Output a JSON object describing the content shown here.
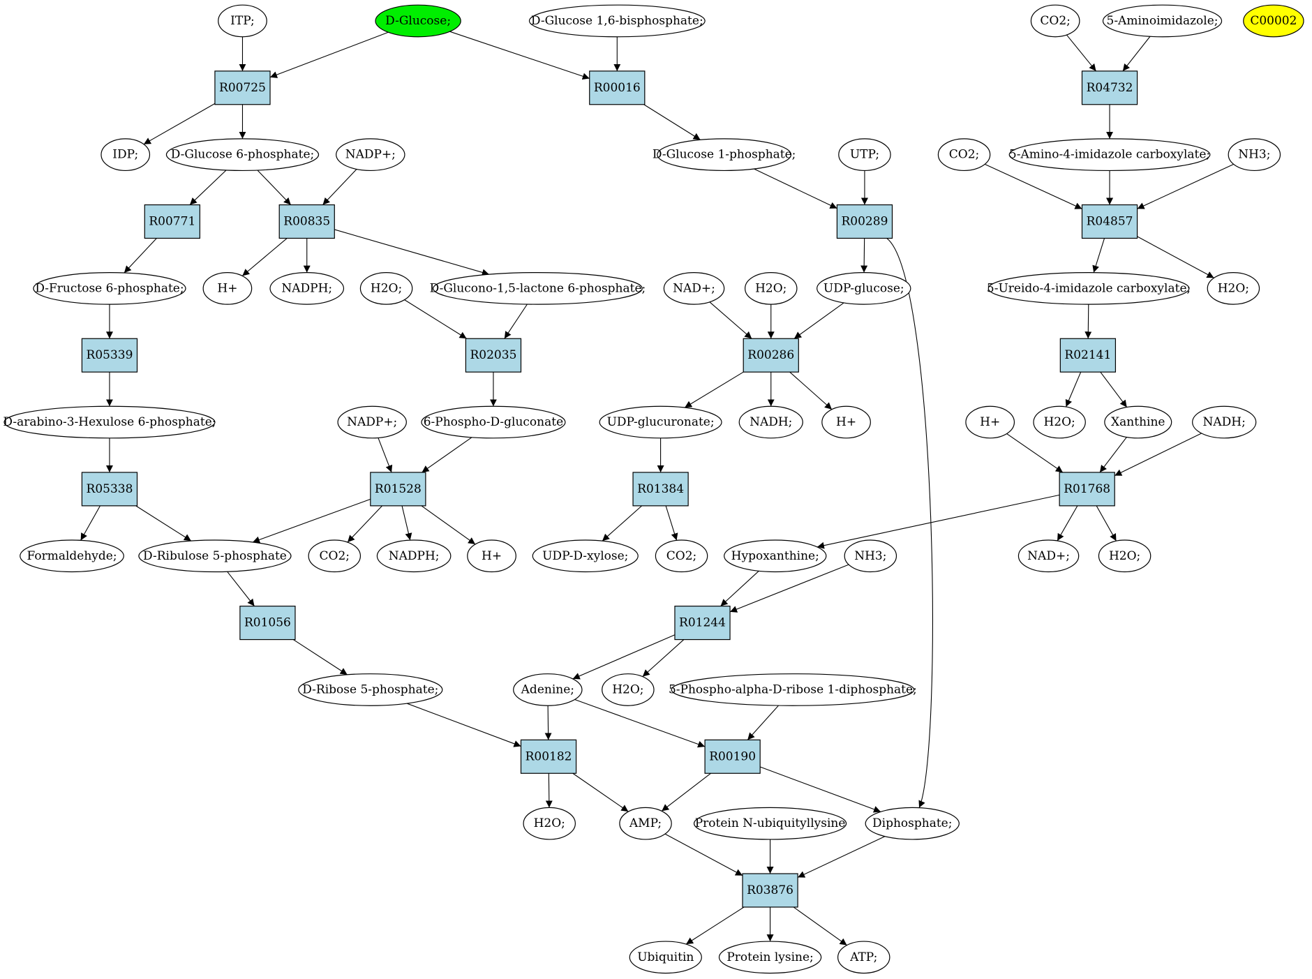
{
  "colors": {
    "reaction_fill": "#add8e6",
    "compound_fill": "#ffffff",
    "start_fill": "#00ee00",
    "unconnected_fill": "#ffff00",
    "stroke": "#000000"
  },
  "nodes": {
    "itp": {
      "label": "ITP;",
      "kind": "compound"
    },
    "dglucose": {
      "label": "D-Glucose;",
      "kind": "start"
    },
    "dglc16bp": {
      "label": "D-Glucose 1,6-bisphosphate;",
      "kind": "compound"
    },
    "co2_a": {
      "label": "CO2;",
      "kind": "compound"
    },
    "aminoimid": {
      "label": "5-Aminoimidazole;",
      "kind": "compound"
    },
    "c00002": {
      "label": "C00002",
      "kind": "unconnected"
    },
    "r00725": {
      "label": "R00725",
      "kind": "reaction"
    },
    "r00016": {
      "label": "R00016",
      "kind": "reaction"
    },
    "r04732": {
      "label": "R04732",
      "kind": "reaction"
    },
    "idp": {
      "label": "IDP;",
      "kind": "compound"
    },
    "g6p": {
      "label": "D-Glucose 6-phosphate;",
      "kind": "compound"
    },
    "nadp_a": {
      "label": "NADP+;",
      "kind": "compound"
    },
    "g1p": {
      "label": "D-Glucose 1-phosphate;",
      "kind": "compound"
    },
    "utp": {
      "label": "UTP;",
      "kind": "compound"
    },
    "co2_b": {
      "label": "CO2;",
      "kind": "compound"
    },
    "aicarbox": {
      "label": "5-Amino-4-imidazole carboxylate;",
      "kind": "compound"
    },
    "nh3_a": {
      "label": "NH3;",
      "kind": "compound"
    },
    "r00771": {
      "label": "R00771",
      "kind": "reaction"
    },
    "r00835": {
      "label": "R00835",
      "kind": "reaction"
    },
    "r00289": {
      "label": "R00289",
      "kind": "reaction"
    },
    "r04857": {
      "label": "R04857",
      "kind": "reaction"
    },
    "f6p": {
      "label": "D-Fructose 6-phosphate;",
      "kind": "compound"
    },
    "hplus_a": {
      "label": "H+",
      "kind": "compound"
    },
    "nadph_a": {
      "label": "NADPH;",
      "kind": "compound"
    },
    "h2o_a": {
      "label": "H2O;",
      "kind": "compound"
    },
    "gluconolac": {
      "label": "D-Glucono-1,5-lactone 6-phosphate;",
      "kind": "compound"
    },
    "nad_a": {
      "label": "NAD+;",
      "kind": "compound"
    },
    "h2o_b": {
      "label": "H2O;",
      "kind": "compound"
    },
    "udpglc": {
      "label": "UDP-glucose;",
      "kind": "compound"
    },
    "ureido": {
      "label": "5-Ureido-4-imidazole carboxylate;",
      "kind": "compound"
    },
    "h2o_c": {
      "label": "H2O;",
      "kind": "compound"
    },
    "r05339": {
      "label": "R05339",
      "kind": "reaction"
    },
    "r02035": {
      "label": "R02035",
      "kind": "reaction"
    },
    "r00286": {
      "label": "R00286",
      "kind": "reaction"
    },
    "r02141": {
      "label": "R02141",
      "kind": "reaction"
    },
    "hexulose": {
      "label": "D-arabino-3-Hexulose 6-phosphate;",
      "kind": "compound"
    },
    "nadp_b": {
      "label": "NADP+;",
      "kind": "compound"
    },
    "pgluconate": {
      "label": "6-Phospho-D-gluconate",
      "kind": "compound"
    },
    "udpglcur": {
      "label": "UDP-glucuronate;",
      "kind": "compound"
    },
    "nadh_a": {
      "label": "NADH;",
      "kind": "compound"
    },
    "hplus_b": {
      "label": "H+",
      "kind": "compound"
    },
    "hplus_c": {
      "label": "H+",
      "kind": "compound"
    },
    "h2o_d": {
      "label": "H2O;",
      "kind": "compound"
    },
    "xanthine": {
      "label": "Xanthine",
      "kind": "compound"
    },
    "nadh_b": {
      "label": "NADH;",
      "kind": "compound"
    },
    "r05338": {
      "label": "R05338",
      "kind": "reaction"
    },
    "r01528": {
      "label": "R01528",
      "kind": "reaction"
    },
    "r01384": {
      "label": "R01384",
      "kind": "reaction"
    },
    "r01768": {
      "label": "R01768",
      "kind": "reaction"
    },
    "formald": {
      "label": "Formaldehyde;",
      "kind": "compound"
    },
    "ru5p": {
      "label": "D-Ribulose 5-phosphate",
      "kind": "compound"
    },
    "co2_c": {
      "label": "CO2;",
      "kind": "compound"
    },
    "nadph_b": {
      "label": "NADPH;",
      "kind": "compound"
    },
    "hplus_d": {
      "label": "H+",
      "kind": "compound"
    },
    "udpxyl": {
      "label": "UDP-D-xylose;",
      "kind": "compound"
    },
    "co2_d": {
      "label": "CO2;",
      "kind": "compound"
    },
    "hypox": {
      "label": "Hypoxanthine;",
      "kind": "compound"
    },
    "nh3_b": {
      "label": "NH3;",
      "kind": "compound"
    },
    "nad_b": {
      "label": "NAD+;",
      "kind": "compound"
    },
    "h2o_e": {
      "label": "H2O;",
      "kind": "compound"
    },
    "r01056": {
      "label": "R01056",
      "kind": "reaction"
    },
    "r01244": {
      "label": "R01244",
      "kind": "reaction"
    },
    "r5p": {
      "label": "D-Ribose 5-phosphate;",
      "kind": "compound"
    },
    "adenine": {
      "label": "Adenine;",
      "kind": "compound"
    },
    "h2o_f": {
      "label": "H2O;",
      "kind": "compound"
    },
    "prpp": {
      "label": "5-Phospho-alpha-D-ribose 1-diphosphate;",
      "kind": "compound"
    },
    "r00182": {
      "label": "R00182",
      "kind": "reaction"
    },
    "r00190": {
      "label": "R00190",
      "kind": "reaction"
    },
    "h2o_g": {
      "label": "H2O;",
      "kind": "compound"
    },
    "amp": {
      "label": "AMP;",
      "kind": "compound"
    },
    "protubq": {
      "label": "Protein N-ubiquityllysine",
      "kind": "compound"
    },
    "diphos": {
      "label": "Diphosphate;",
      "kind": "compound"
    },
    "r03876": {
      "label": "R03876",
      "kind": "reaction"
    },
    "ubiquitin": {
      "label": "Ubiquitin",
      "kind": "compound"
    },
    "protlys": {
      "label": "Protein lysine;",
      "kind": "compound"
    },
    "atp": {
      "label": "ATP;",
      "kind": "compound"
    }
  },
  "edges": [
    [
      "itp",
      "r00725"
    ],
    [
      "dglucose",
      "r00725"
    ],
    [
      "dglucose",
      "r00016"
    ],
    [
      "dglc16bp",
      "r00016"
    ],
    [
      "co2_a",
      "r04732"
    ],
    [
      "aminoimid",
      "r04732"
    ],
    [
      "r00725",
      "idp"
    ],
    [
      "r00725",
      "g6p"
    ],
    [
      "r00016",
      "g1p"
    ],
    [
      "r04732",
      "aicarbox"
    ],
    [
      "g6p",
      "r00771"
    ],
    [
      "g6p",
      "r00835"
    ],
    [
      "nadp_a",
      "r00835"
    ],
    [
      "g1p",
      "r00289"
    ],
    [
      "utp",
      "r00289"
    ],
    [
      "co2_b",
      "r04857"
    ],
    [
      "aicarbox",
      "r04857"
    ],
    [
      "nh3_a",
      "r04857"
    ],
    [
      "r00771",
      "f6p"
    ],
    [
      "r00835",
      "hplus_a"
    ],
    [
      "r00835",
      "nadph_a"
    ],
    [
      "r00835",
      "gluconolac"
    ],
    [
      "r00289",
      "udpglc"
    ],
    [
      "r00289",
      "diphos"
    ],
    [
      "r04857",
      "ureido"
    ],
    [
      "r04857",
      "h2o_c"
    ],
    [
      "f6p",
      "r05339"
    ],
    [
      "h2o_a",
      "r02035"
    ],
    [
      "gluconolac",
      "r02035"
    ],
    [
      "nad_a",
      "r00286"
    ],
    [
      "h2o_b",
      "r00286"
    ],
    [
      "udpglc",
      "r00286"
    ],
    [
      "ureido",
      "r02141"
    ],
    [
      "r05339",
      "hexulose"
    ],
    [
      "r02035",
      "pgluconate"
    ],
    [
      "r00286",
      "udpglcur"
    ],
    [
      "r00286",
      "nadh_a"
    ],
    [
      "r00286",
      "hplus_b"
    ],
    [
      "r02141",
      "h2o_d"
    ],
    [
      "r02141",
      "xanthine"
    ],
    [
      "hexulose",
      "r05338"
    ],
    [
      "nadp_b",
      "r01528"
    ],
    [
      "pgluconate",
      "r01528"
    ],
    [
      "udpglcur",
      "r01384"
    ],
    [
      "hplus_c",
      "r01768"
    ],
    [
      "xanthine",
      "r01768"
    ],
    [
      "nadh_b",
      "r01768"
    ],
    [
      "r05338",
      "formald"
    ],
    [
      "r05338",
      "ru5p"
    ],
    [
      "r01528",
      "ru5p"
    ],
    [
      "r01528",
      "co2_c"
    ],
    [
      "r01528",
      "nadph_b"
    ],
    [
      "r01528",
      "hplus_d"
    ],
    [
      "r01384",
      "udpxyl"
    ],
    [
      "r01384",
      "co2_d"
    ],
    [
      "r01768",
      "hypox"
    ],
    [
      "r01768",
      "nad_b"
    ],
    [
      "r01768",
      "h2o_e"
    ],
    [
      "ru5p",
      "r01056"
    ],
    [
      "hypox",
      "r01244"
    ],
    [
      "nh3_b",
      "r01244"
    ],
    [
      "r01056",
      "r5p"
    ],
    [
      "r01244",
      "adenine"
    ],
    [
      "r01244",
      "h2o_f"
    ],
    [
      "r5p",
      "r00182"
    ],
    [
      "adenine",
      "r00182"
    ],
    [
      "adenine",
      "r00190"
    ],
    [
      "prpp",
      "r00190"
    ],
    [
      "r00182",
      "h2o_g"
    ],
    [
      "r00182",
      "amp"
    ],
    [
      "r00190",
      "amp"
    ],
    [
      "r00190",
      "diphos"
    ],
    [
      "amp",
      "r03876"
    ],
    [
      "protubq",
      "r03876"
    ],
    [
      "diphos",
      "r03876"
    ],
    [
      "r03876",
      "ubiquitin"
    ],
    [
      "r03876",
      "protlys"
    ],
    [
      "r03876",
      "atp"
    ]
  ]
}
